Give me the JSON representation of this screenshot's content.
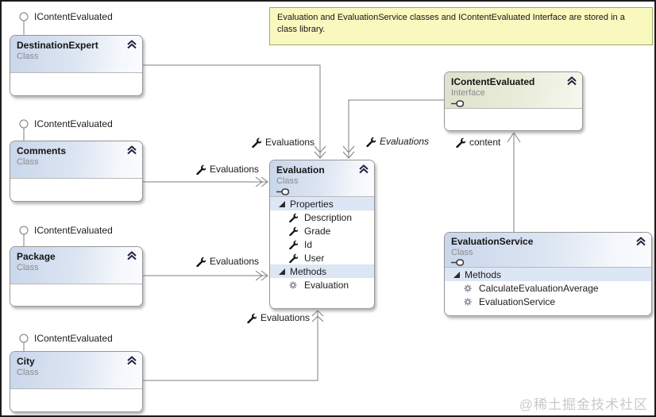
{
  "diagram": {
    "note": "Evaluation and EvaluationService classes and IContentEvaluated Interface are stored in a class library.",
    "watermark": "@稀土掘金技术社区",
    "interface_stub_label": "IContentEvaluated",
    "colors": {
      "class_header_accent": "#c9d6eb",
      "interface_header_accent": "#dde2cc",
      "section_background": "#dce6f5",
      "note_background": "#f9f8be",
      "note_border": "#a8a86e",
      "connector": "#7f7f7f"
    },
    "classes": {
      "destination_expert": {
        "title": "DestinationExpert",
        "kind": "Class"
      },
      "comments": {
        "title": "Comments",
        "kind": "Class"
      },
      "package": {
        "title": "Package",
        "kind": "Class"
      },
      "city": {
        "title": "City",
        "kind": "Class"
      },
      "evaluation": {
        "title": "Evaluation",
        "kind": "Class",
        "properties_header": "Properties",
        "methods_header": "Methods",
        "properties": [
          "Description",
          "Grade",
          "Id",
          "User"
        ],
        "methods": [
          "Evaluation"
        ]
      },
      "icontent_evaluated": {
        "title": "IContentEvaluated",
        "kind": "Interface"
      },
      "evaluation_service": {
        "title": "EvaluationService",
        "kind": "Class",
        "methods_header": "Methods",
        "methods": [
          "CalculateEvaluationAverage",
          "EvaluationService"
        ]
      }
    },
    "associations": {
      "destination_expert_evaluations": "Evaluations",
      "icontent_evaluations": "Evaluations",
      "service_content": "content",
      "comments_evaluations": "Evaluations",
      "package_evaluations": "Evaluations",
      "city_evaluations": "Evaluations"
    }
  }
}
